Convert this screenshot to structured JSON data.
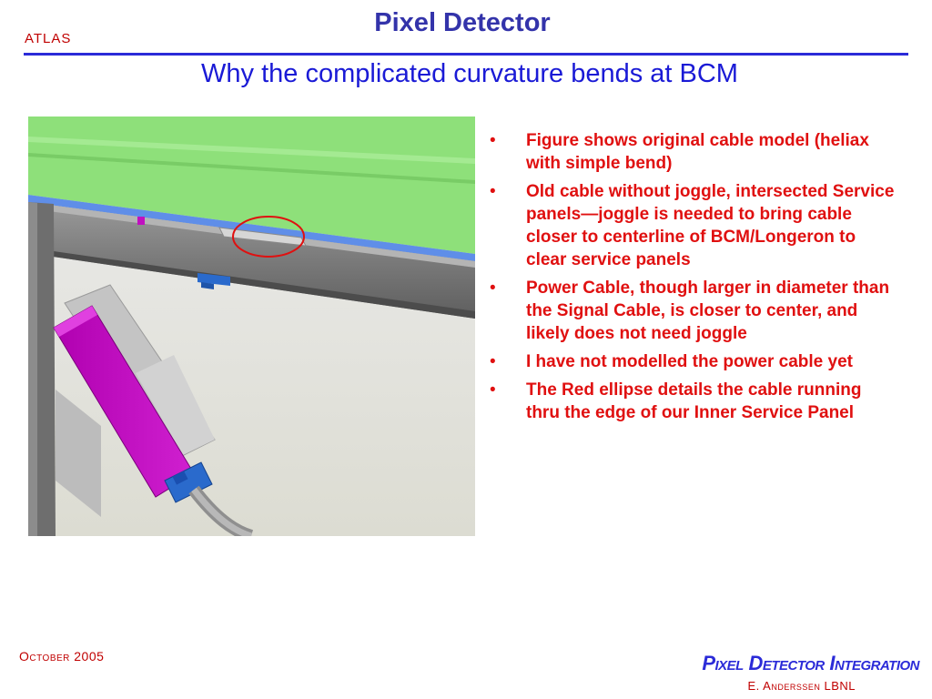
{
  "header": {
    "logo": "ATLAS",
    "title": "Pixel Detector",
    "subtitle": "Why the complicated curvature bends at BCM"
  },
  "bullets": [
    "Figure shows original cable model (heliax with simple bend)",
    "Old cable without joggle, intersected Service panels—joggle is needed to bring cable closer to centerline of BCM/Longeron to clear service panels",
    "Power Cable, though larger in diameter than the Signal Cable, is closer to center, and likely does not need joggle",
    "I have not modelled the power cable yet",
    "The Red ellipse details the cable running thru the edge of our Inner Service Panel"
  ],
  "bullet_glyph": "•",
  "footer": {
    "date": "October 2005",
    "brand": "Pixel Detector Integration",
    "author": "E. Anderssen LBNL"
  },
  "colors": {
    "title": "#3333aa",
    "subtitle": "#1a1ad6",
    "bullet_text": "#e01010",
    "rule": "#2b2bd8",
    "panel_green": "#8ee07a",
    "bracket_magenta": "#c010c0",
    "clip_blue": "#2a6acc",
    "highlight_ellipse": "#e01010"
  }
}
